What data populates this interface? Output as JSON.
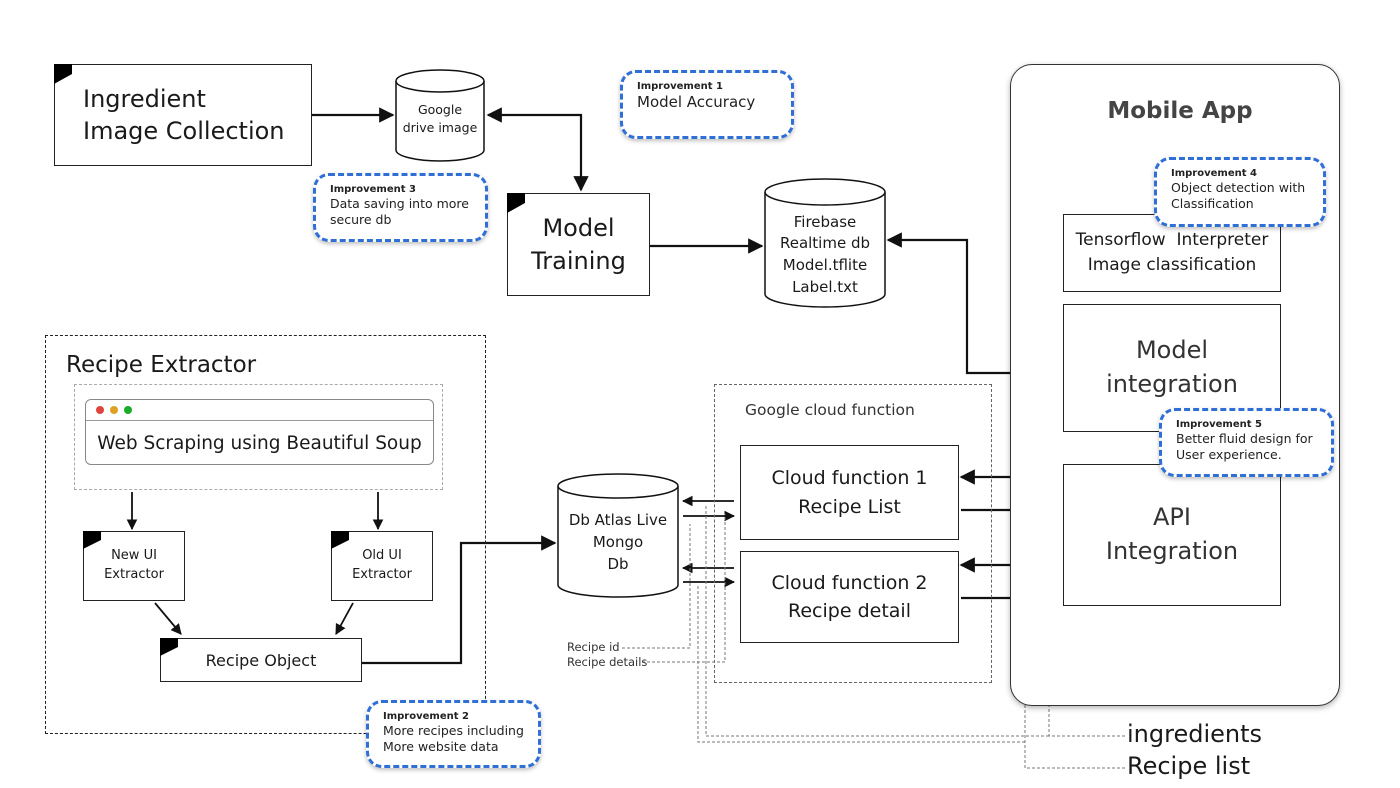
{
  "nodes": {
    "ingredient_collection": {
      "line1": "Ingredient",
      "line2": "Image Collection"
    },
    "google_drive": {
      "line1": "Google",
      "line2": "drive image"
    },
    "model_training": {
      "line1": "Model",
      "line2": "Training"
    },
    "firebase": {
      "line1": "Firebase",
      "line2": "Realtime db",
      "line3": "Model.tflite",
      "line4": "Label.txt"
    },
    "mobile_app": {
      "title": "Mobile App"
    },
    "tensorflow": {
      "line1": "Tensorflow  Interpreter",
      "line2": "Image classification"
    },
    "model_integration": {
      "line1": "Model",
      "line2": "integration"
    },
    "api_integration": {
      "line1": "API",
      "line2": "Integration"
    },
    "recipe_extractor": {
      "title": "Recipe Extractor"
    },
    "web_scraping": {
      "label": "Web Scraping using Beautiful Soup"
    },
    "new_ui": {
      "line1": "New UI",
      "line2": "Extractor"
    },
    "old_ui": {
      "line1": "Old UI",
      "line2": "Extractor"
    },
    "recipe_object": {
      "label": "Recipe Object"
    },
    "mongo": {
      "line1": "Db Atlas Live",
      "line2": "Mongo",
      "line3": "Db"
    },
    "gcf": {
      "title": "Google cloud function"
    },
    "cf1": {
      "line1": "Cloud function 1",
      "line2": "Recipe List"
    },
    "cf2": {
      "line1": "Cloud function 2",
      "line2": "Recipe detail"
    }
  },
  "improvements": {
    "i1": {
      "title": "Improvement 1",
      "body1": "Model Accuracy"
    },
    "i2": {
      "title": "Improvement 2",
      "body1": "More recipes including",
      "body2": "More website data"
    },
    "i3": {
      "title": "Improvement 3",
      "body1": "Data saving into more",
      "body2": "secure db"
    },
    "i4": {
      "title": "Improvement 4",
      "body1": "Object detection with",
      "body2": "Classification"
    },
    "i5": {
      "title": "Improvement 5",
      "body1": "Better fluid design for",
      "body2": "User experience."
    }
  },
  "labels": {
    "recipe_id": "Recipe id",
    "recipe_details": "Recipe details",
    "ingredients": "ingredients",
    "recipe_list": "Recipe list"
  },
  "colors": {
    "improvement_border": "#2f6fd6",
    "browser_dot_red": "#e0443e",
    "browser_dot_yellow": "#dea123",
    "browser_dot_green": "#1aab29"
  }
}
